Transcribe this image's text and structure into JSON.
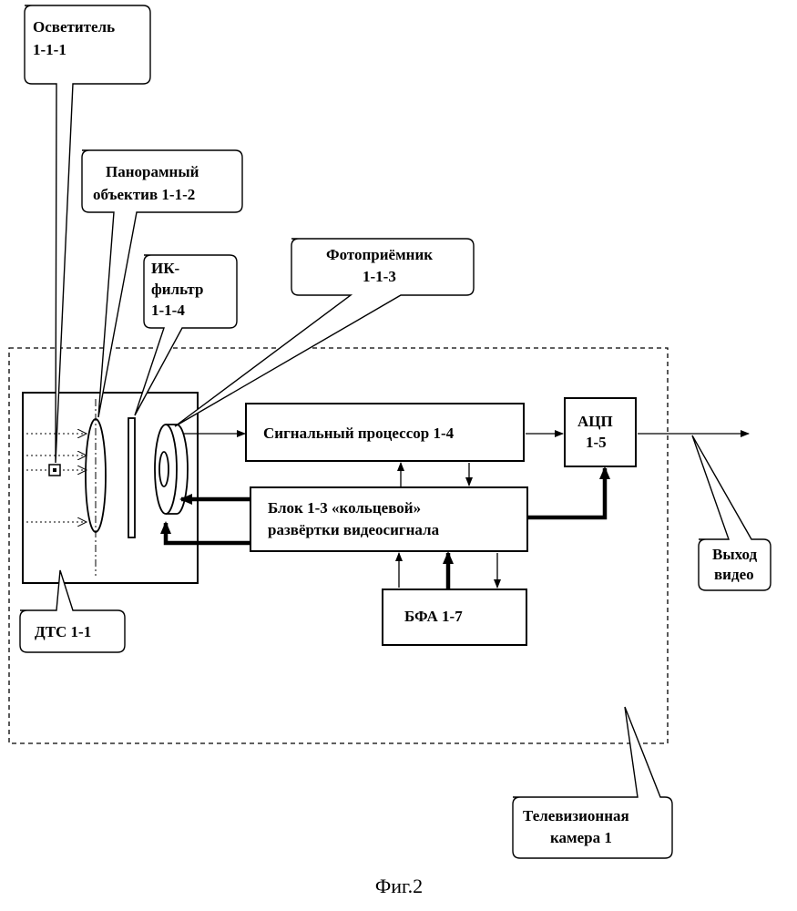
{
  "callouts": {
    "illuminator": [
      "Осветитель",
      "1-1-1"
    ],
    "lens": [
      "Панорамный",
      "объектив  1-1-2"
    ],
    "ir_filter": [
      "ИК-",
      "фильтр",
      "1-1-4"
    ],
    "photodetector": [
      "Фотоприёмник",
      "1-1-3"
    ],
    "dts": [
      "ДТС 1-1"
    ],
    "output": [
      "Выход",
      "видео"
    ],
    "camera": [
      "Телевизионная",
      "камера 1"
    ]
  },
  "blocks": {
    "signal_processor": [
      "Сигнальный процессор 1-4"
    ],
    "adc": [
      "АЦП",
      "1-5"
    ],
    "scan_block": [
      "Блок  1-3 «кольцевой»",
      "развёртки видеосигнала"
    ],
    "bfa": [
      "БФА 1-7"
    ]
  },
  "caption": "Фиг.2"
}
